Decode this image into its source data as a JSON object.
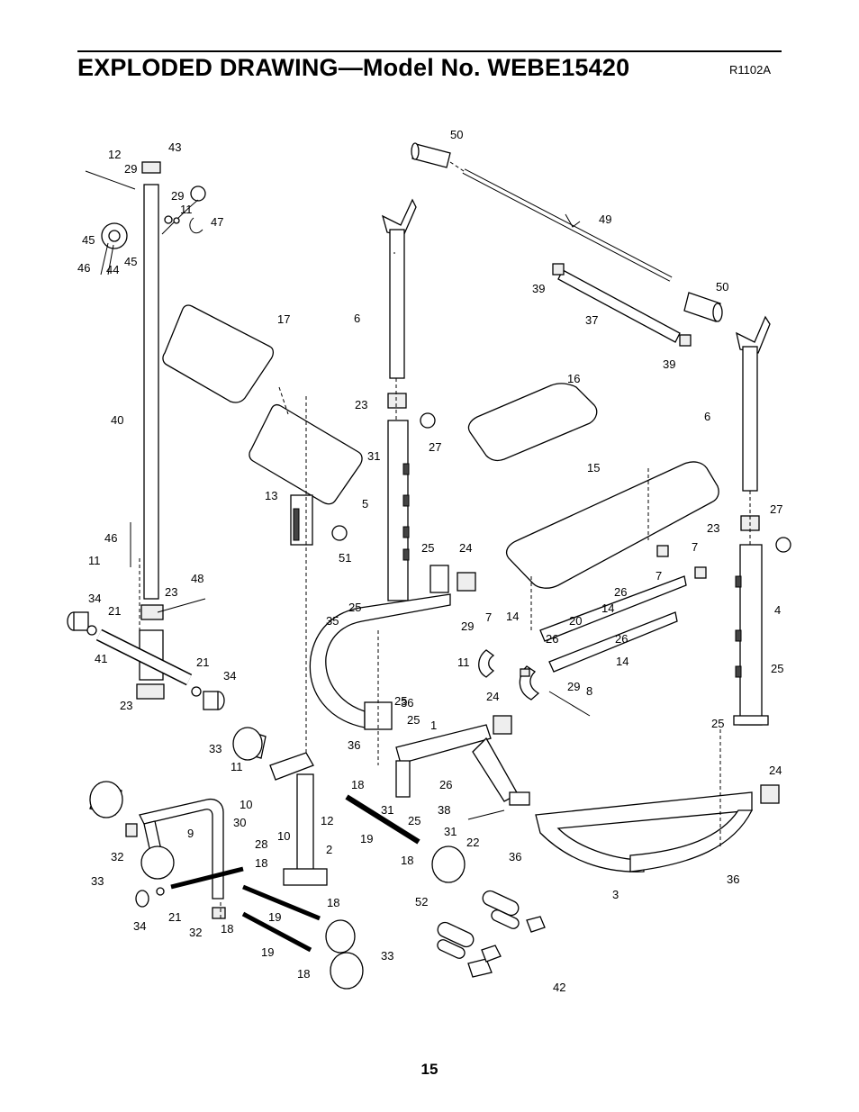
{
  "header": {
    "title": "EXPLODED DRAWING—Model No. WEBE15420",
    "code": "R1102A"
  },
  "page_number": "15",
  "callouts": [
    "12",
    "43",
    "29",
    "29",
    "11",
    "47",
    "45",
    "46",
    "44",
    "45",
    "50",
    "49",
    "39",
    "50",
    "37",
    "39",
    "17",
    "6",
    "23",
    "27",
    "40",
    "16",
    "6",
    "31",
    "13",
    "5",
    "15",
    "27",
    "23",
    "46",
    "11",
    "51",
    "25",
    "24",
    "7",
    "7",
    "48",
    "23",
    "34",
    "21",
    "26",
    "25",
    "35",
    "14",
    "20",
    "4",
    "7",
    "14",
    "29",
    "26",
    "41",
    "11",
    "26",
    "14",
    "21",
    "34",
    "25",
    "23",
    "36",
    "24",
    "29",
    "8",
    "25",
    "25",
    "1",
    "33",
    "36",
    "11",
    "25",
    "26",
    "18",
    "38",
    "10",
    "12",
    "30",
    "31",
    "25",
    "31",
    "22",
    "9",
    "28",
    "10",
    "19",
    "2",
    "18",
    "36",
    "24",
    "32",
    "36",
    "3",
    "33",
    "18",
    "52",
    "18",
    "34",
    "21",
    "19",
    "32",
    "18",
    "19",
    "33",
    "18",
    "42"
  ]
}
